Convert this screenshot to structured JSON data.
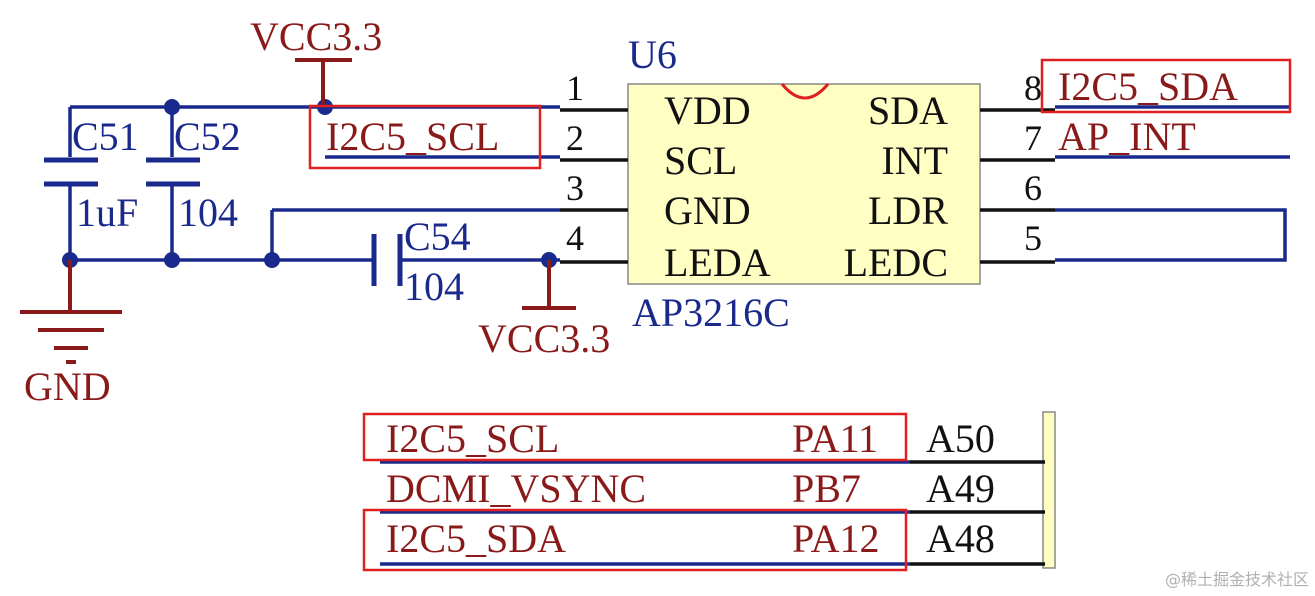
{
  "power": {
    "vcc_top": "VCC3.3",
    "vcc_bottom": "VCC3.3",
    "gnd": "GND"
  },
  "capacitors": {
    "c51": {
      "ref": "C51",
      "value": "1uF"
    },
    "c52": {
      "ref": "C52",
      "value": "104"
    },
    "c54": {
      "ref": "C54",
      "value": "104"
    }
  },
  "ic": {
    "ref": "U6",
    "part": "AP3216C",
    "left_pins": [
      {
        "num": "1",
        "name": "VDD"
      },
      {
        "num": "2",
        "name": "SCL"
      },
      {
        "num": "3",
        "name": "GND"
      },
      {
        "num": "4",
        "name": "LEDA"
      }
    ],
    "right_pins": [
      {
        "num": "8",
        "name": "SDA"
      },
      {
        "num": "7",
        "name": "INT"
      },
      {
        "num": "6",
        "name": "LDR"
      },
      {
        "num": "5",
        "name": "LEDC"
      }
    ]
  },
  "nets": {
    "scl_top": "I2C5_SCL",
    "sda_top": "I2C5_SDA",
    "ap_int": "AP_INT"
  },
  "mcu_pins": [
    {
      "net": "I2C5_SCL",
      "port": "PA11",
      "pin": "A50",
      "highlighted": true
    },
    {
      "net": "DCMI_VSYNC",
      "port": "PB7",
      "pin": "A49",
      "highlighted": false
    },
    {
      "net": "I2C5_SDA",
      "port": "PA12",
      "pin": "A48",
      "highlighted": true
    }
  ],
  "watermark": "@稀土掘金技术社区",
  "colors": {
    "wire": "#1a2a8c",
    "power": "#8a1a1a",
    "pin": "#111111",
    "ic_fill": "#ffffc4",
    "highlight": "#e02020"
  }
}
